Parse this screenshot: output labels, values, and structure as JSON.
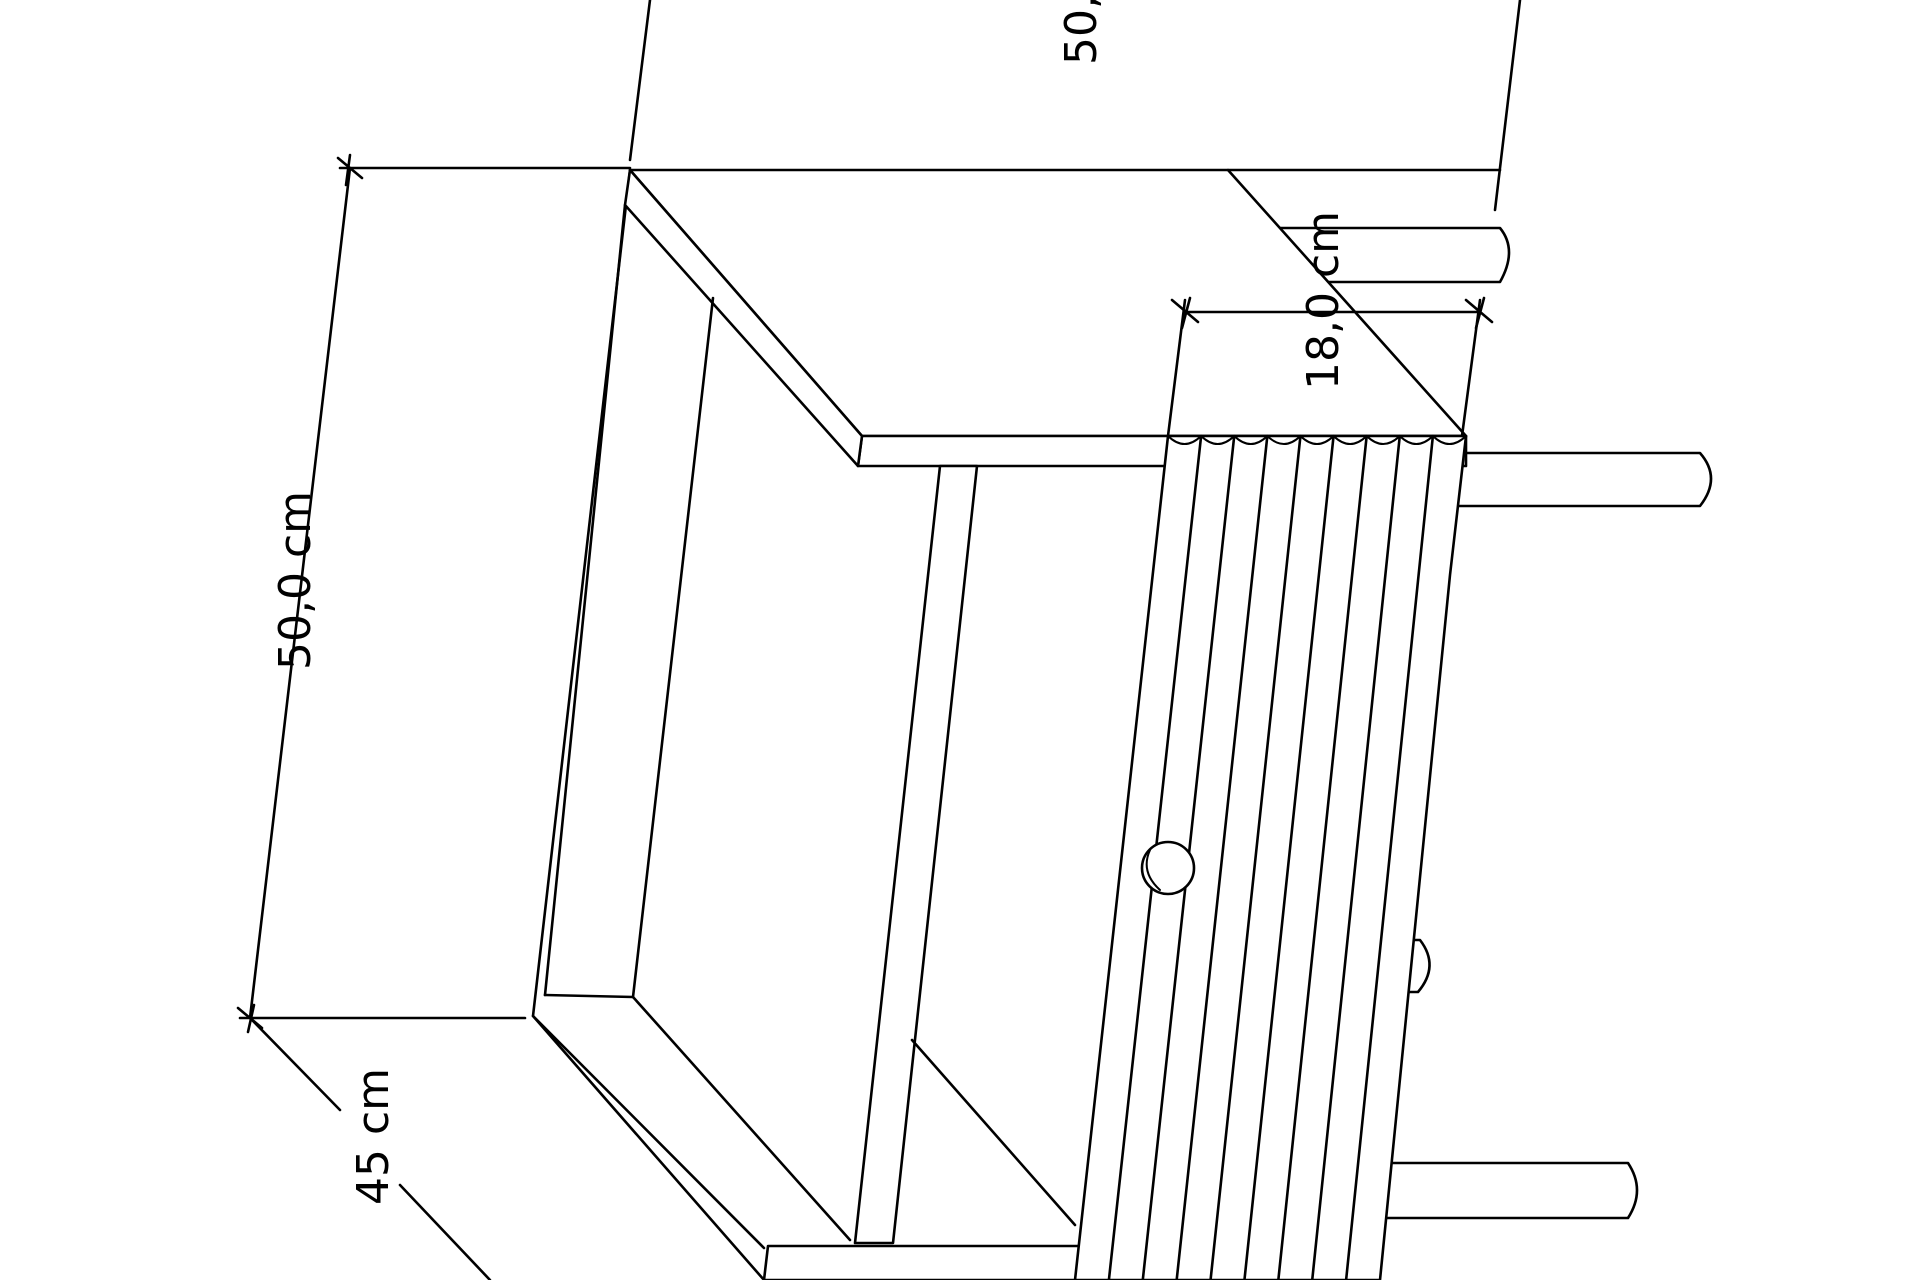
{
  "dimensions": {
    "top_depth": "50,0 cm",
    "height": "50,0 cm",
    "leg_depth": "45 cm",
    "drawer_height": "18,0 cm"
  },
  "colors": {
    "line": "#000000",
    "background": "#ffffff"
  }
}
